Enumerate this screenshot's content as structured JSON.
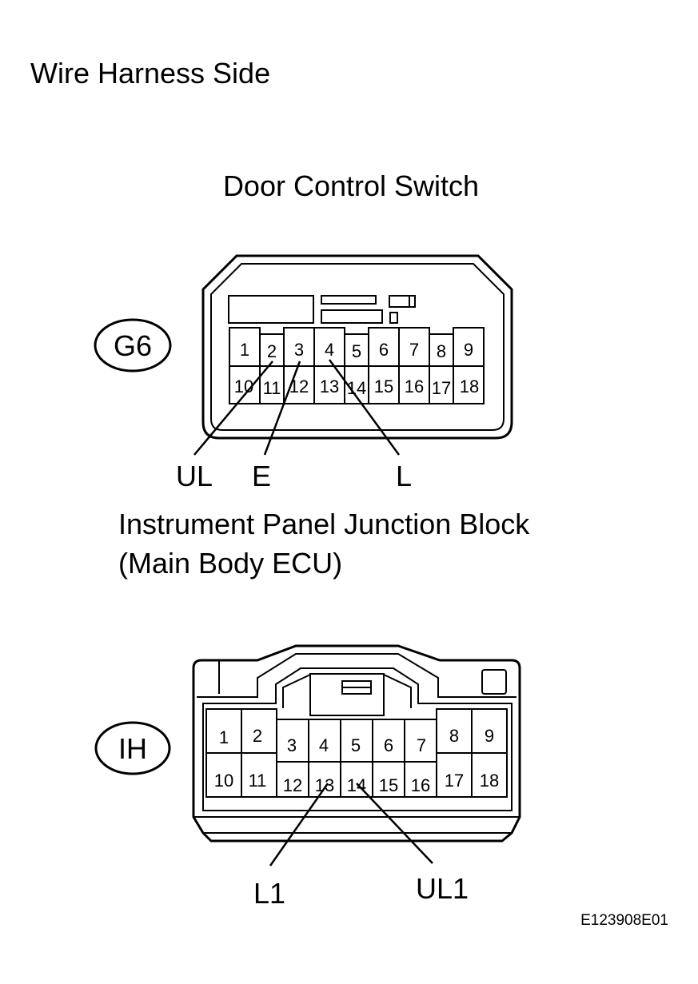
{
  "page": {
    "heading": "Wire Harness Side",
    "figure_id": "E123908E01"
  },
  "connector_g6": {
    "title": "Door Control Switch",
    "code": "G6",
    "pins_top": [
      "1",
      "2",
      "3",
      "4",
      "5",
      "6",
      "7",
      "8",
      "9"
    ],
    "pins_bottom": [
      "10",
      "11",
      "12",
      "13",
      "14",
      "15",
      "16",
      "17",
      "18"
    ],
    "leads": [
      {
        "label": "UL",
        "pin": "2"
      },
      {
        "label": "E",
        "pin": "3"
      },
      {
        "label": "L",
        "pin": "4"
      }
    ]
  },
  "connector_ih": {
    "title_line1": "Instrument Panel Junction Block",
    "title_line2": "(Main Body ECU)",
    "code": "IH",
    "pins_top": [
      "1",
      "2",
      "3",
      "4",
      "5",
      "6",
      "7",
      "8",
      "9"
    ],
    "pins_bottom": [
      "10",
      "11",
      "12",
      "13",
      "14",
      "15",
      "16",
      "17",
      "18"
    ],
    "leads": [
      {
        "label": "L1",
        "pin": "13"
      },
      {
        "label": "UL1",
        "pin": "14"
      }
    ]
  }
}
